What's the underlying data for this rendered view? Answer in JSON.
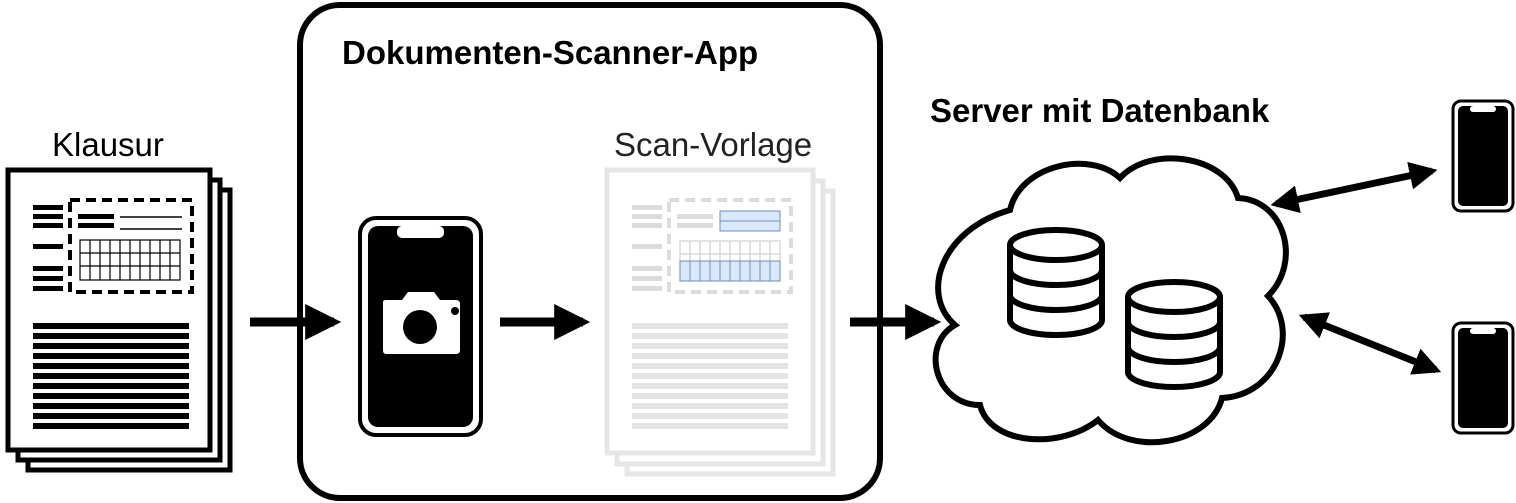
{
  "labels": {
    "app_title": "Dokumenten-Scanner-App",
    "exam": "Klausur",
    "template": "Scan-Vorlage",
    "server": "Server mit Datenbank"
  },
  "icons": {
    "exam": "exam-document-stack-icon",
    "camera_phone": "camera-phone-icon",
    "template": "scan-template-document-stack-icon",
    "cloud": "cloud-icon",
    "database": "database-icon",
    "client_phone": "smartphone-icon"
  },
  "colors": {
    "stroke": "#000000",
    "template_gray": "#e6e6e6",
    "template_line": "#cccccc",
    "template_highlight_fill": "#dae8fc",
    "template_highlight_stroke": "#6c8ebf"
  }
}
